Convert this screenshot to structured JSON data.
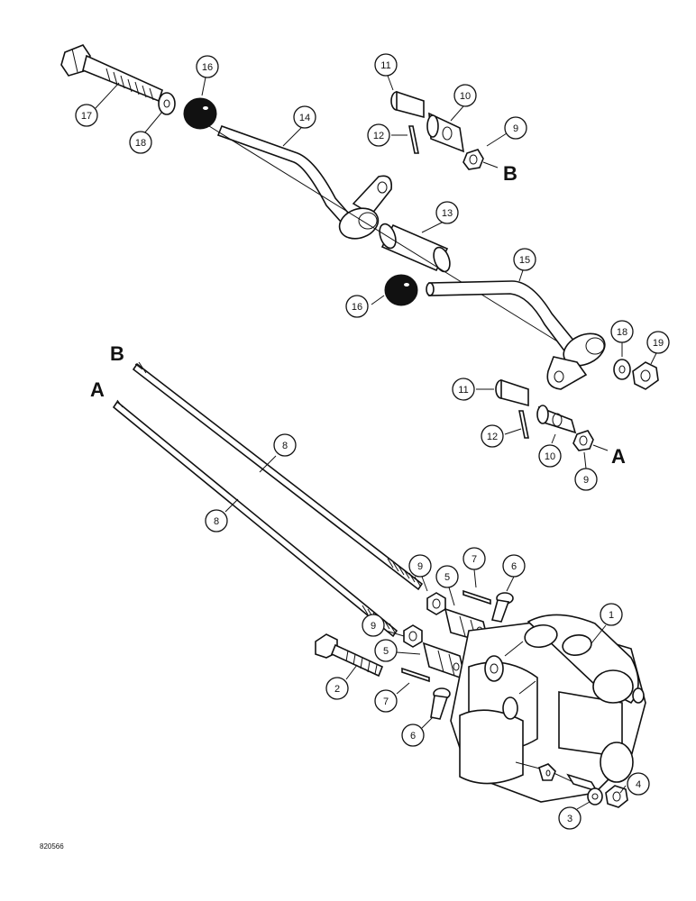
{
  "drawing_code": "820566",
  "connection_letters": {
    "top_b": "B",
    "lower_a": "A",
    "rod_b": "B",
    "rod_a": "A"
  },
  "callouts": [
    {
      "key": "c17",
      "label": "17"
    },
    {
      "key": "c18a",
      "label": "18"
    },
    {
      "key": "c16a",
      "label": "16"
    },
    {
      "key": "c14",
      "label": "14"
    },
    {
      "key": "c11a",
      "label": "11"
    },
    {
      "key": "c10a",
      "label": "10"
    },
    {
      "key": "c12a",
      "label": "12"
    },
    {
      "key": "c9a",
      "label": "9"
    },
    {
      "key": "c13",
      "label": "13"
    },
    {
      "key": "c15",
      "label": "15"
    },
    {
      "key": "c16b",
      "label": "16"
    },
    {
      "key": "c18b",
      "label": "18"
    },
    {
      "key": "c19",
      "label": "19"
    },
    {
      "key": "c11b",
      "label": "11"
    },
    {
      "key": "c12b",
      "label": "12"
    },
    {
      "key": "c10b",
      "label": "10"
    },
    {
      "key": "c9b",
      "label": "9"
    },
    {
      "key": "c8a",
      "label": "8"
    },
    {
      "key": "c8b",
      "label": "8"
    },
    {
      "key": "c9c",
      "label": "9"
    },
    {
      "key": "c5a",
      "label": "5"
    },
    {
      "key": "c7a",
      "label": "7"
    },
    {
      "key": "c6a",
      "label": "6"
    },
    {
      "key": "c1",
      "label": "1"
    },
    {
      "key": "c9d",
      "label": "9"
    },
    {
      "key": "c5b",
      "label": "5"
    },
    {
      "key": "c2",
      "label": "2"
    },
    {
      "key": "c7b",
      "label": "7"
    },
    {
      "key": "c6b",
      "label": "6"
    },
    {
      "key": "c3",
      "label": "3"
    },
    {
      "key": "c4",
      "label": "4"
    }
  ]
}
